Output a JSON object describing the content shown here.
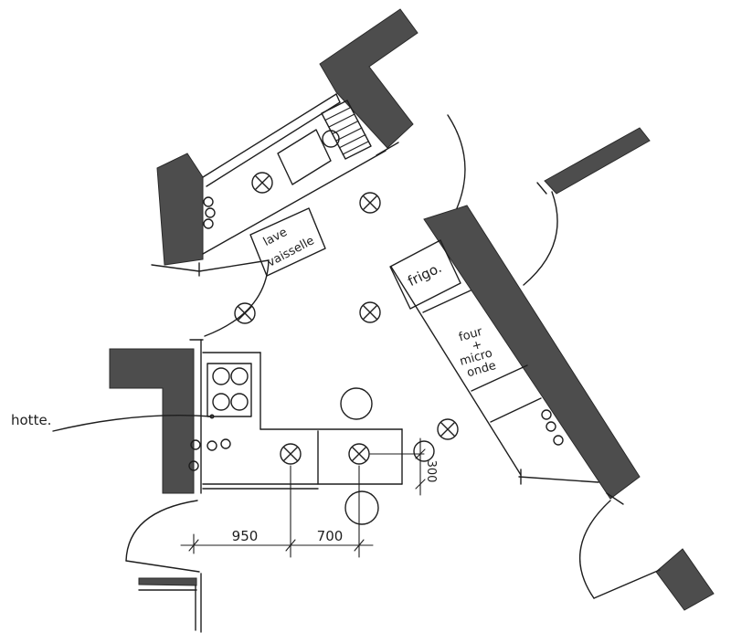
{
  "labels": {
    "dishwasher": [
      "lave",
      "vaisselle"
    ],
    "fridge": "frigo.",
    "oven_microwave": [
      "four",
      "+",
      "micro",
      "onde"
    ],
    "hood": "hotte."
  },
  "dimensions": {
    "first_span": "950",
    "second_span": "700",
    "overhang": "300"
  },
  "colors": {
    "wall": "#4d4d4d",
    "ink": "#1e1e1e",
    "background": "#ffffff"
  }
}
